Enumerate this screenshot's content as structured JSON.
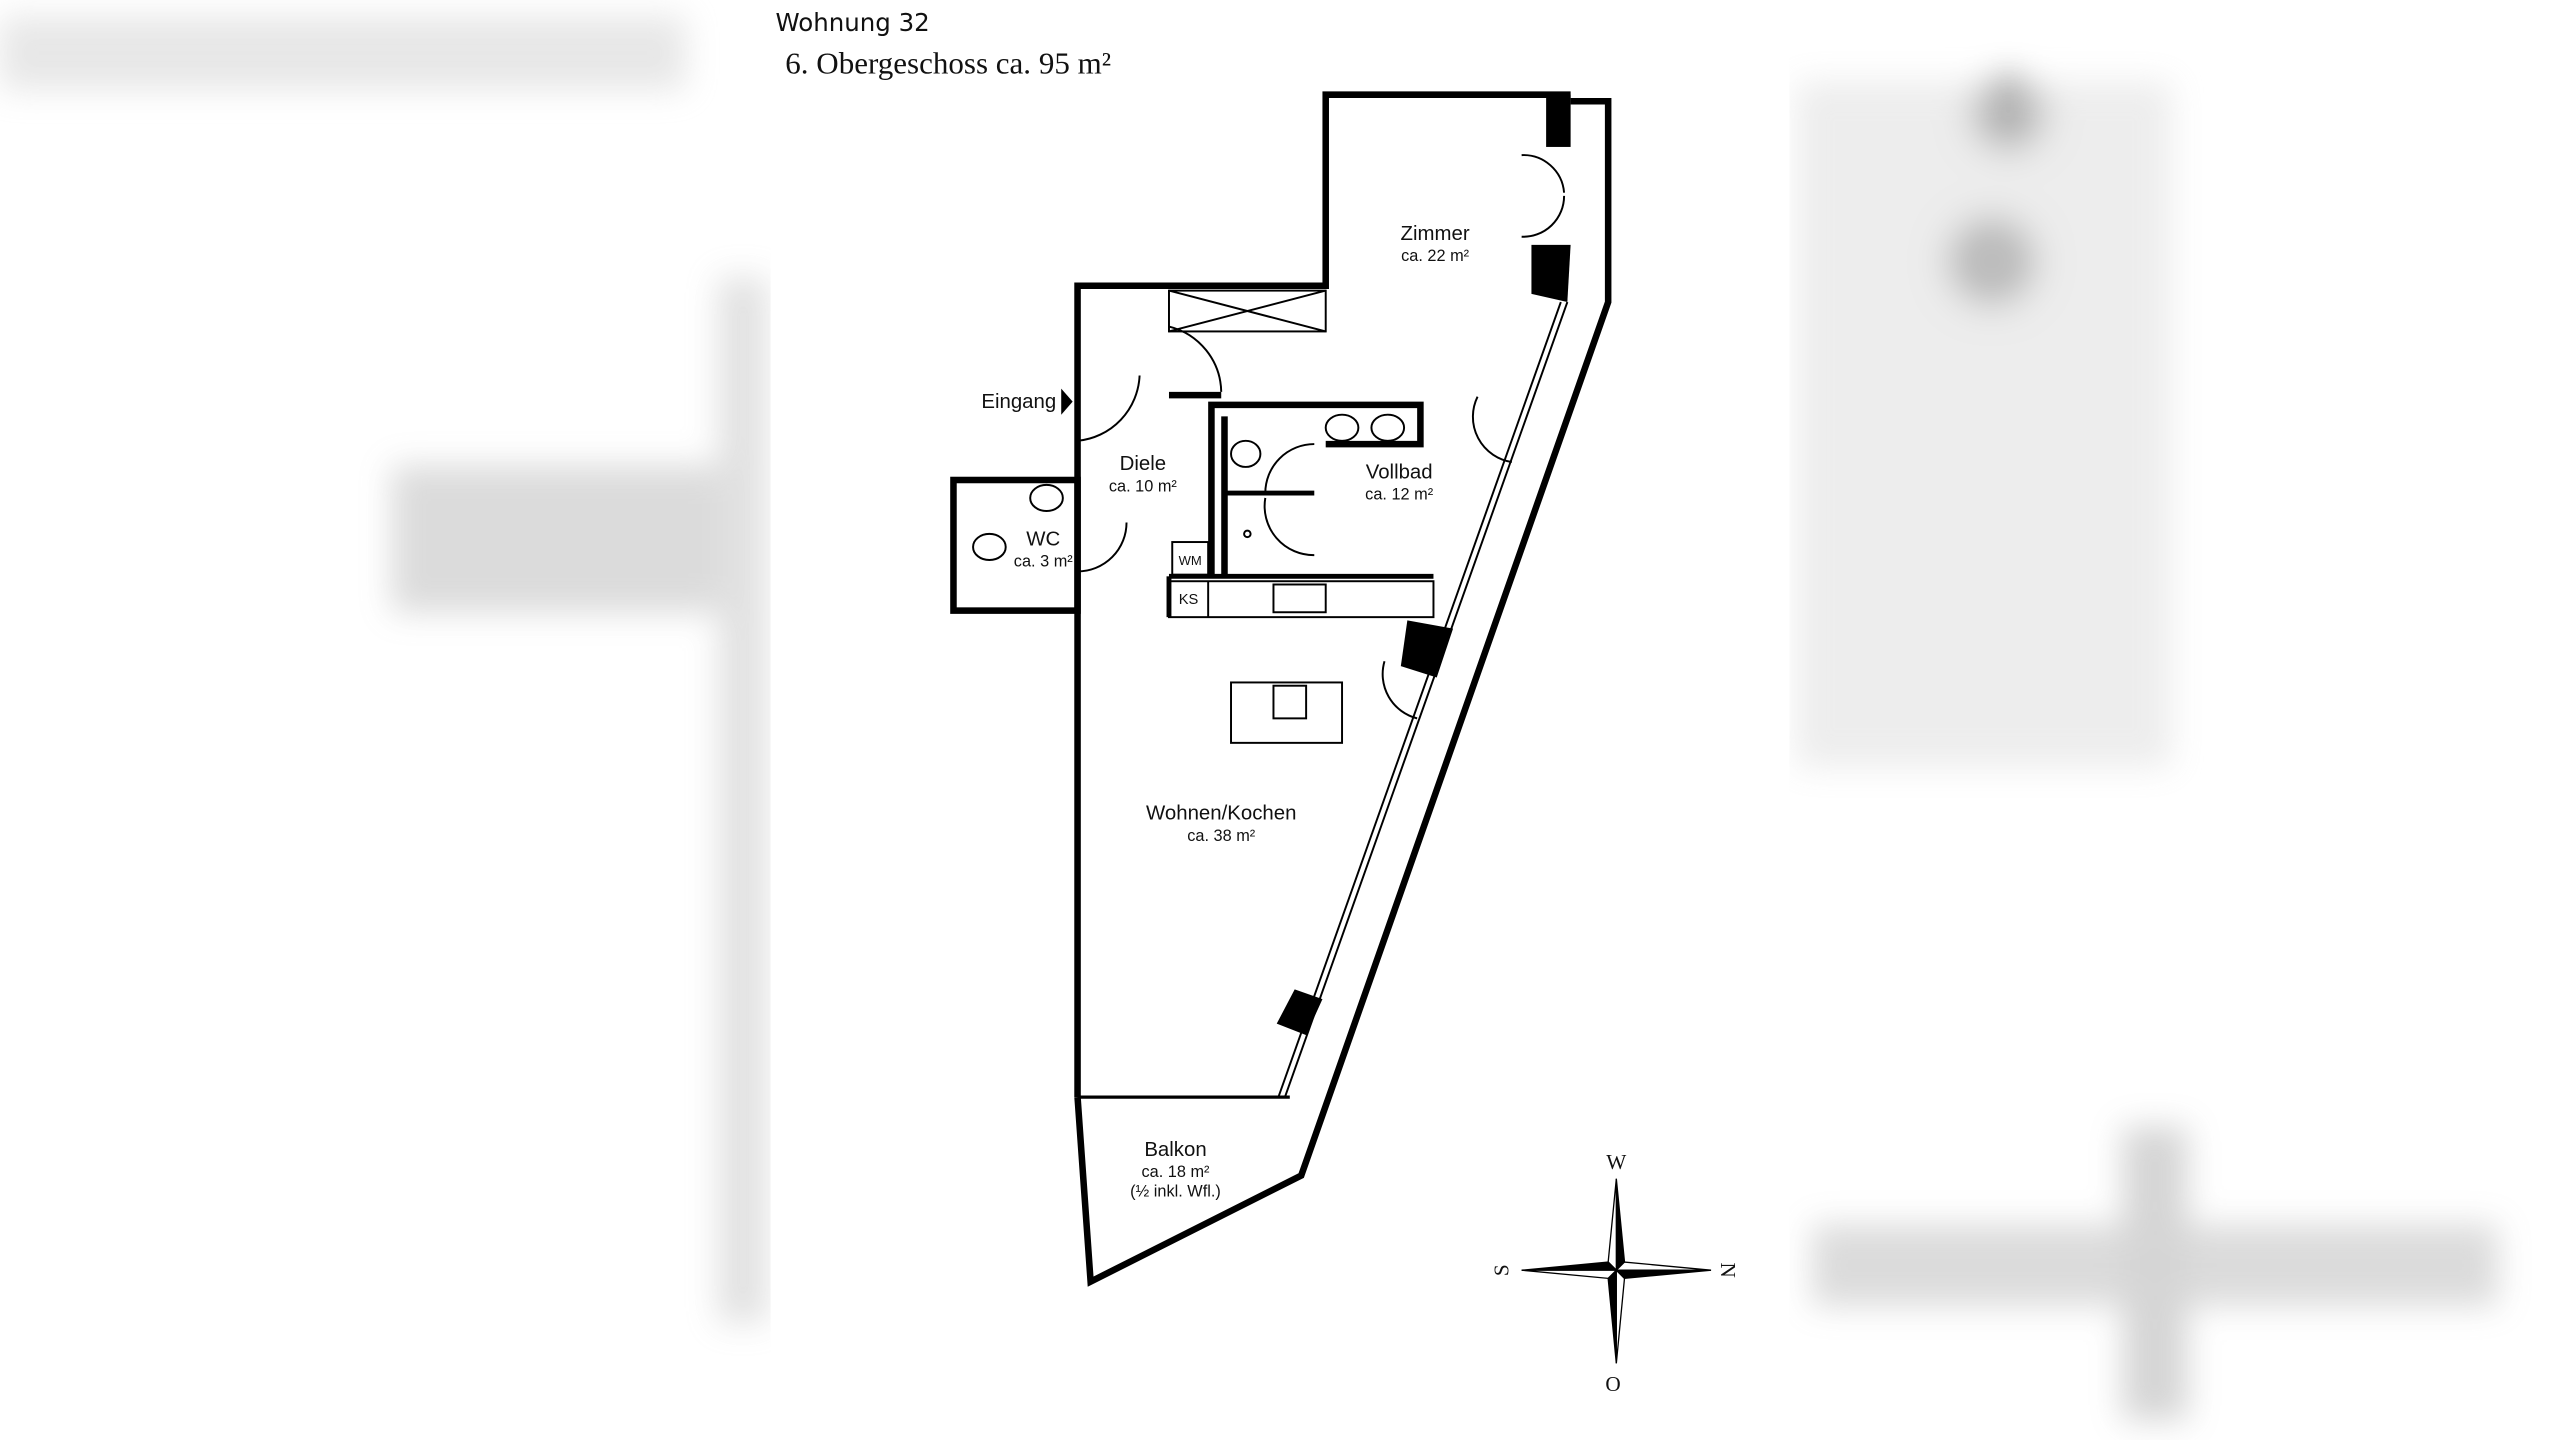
{
  "header": {
    "title": "Wohnung 32",
    "subtitle": "6. Obergeschoss ca. 95 m²"
  },
  "rooms": [
    {
      "name": "Zimmer",
      "area": "ca. 22 m²"
    },
    {
      "name": "Diele",
      "area": "ca. 10 m²"
    },
    {
      "name": "Vollbad",
      "area": "ca. 12 m²"
    },
    {
      "name": "WC",
      "area": "ca. 3 m²"
    },
    {
      "name": "Wohnen/Kochen",
      "area": "ca. 38 m²"
    },
    {
      "name": "Balkon",
      "area": "ca. 18 m²",
      "note": "(½ inkl. Wfl.)"
    }
  ],
  "entrance": {
    "label": "Eingang",
    "icon": "arrow-right-icon"
  },
  "fixtures": {
    "washing_machine": "WM",
    "fridge": "KS"
  },
  "compass": {
    "north": "N",
    "south": "S",
    "west": "W",
    "east": "O"
  }
}
